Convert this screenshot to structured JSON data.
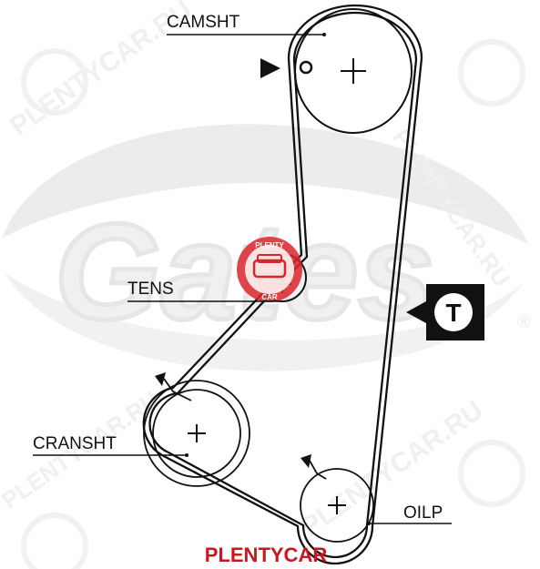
{
  "labels": {
    "camshaft": "CAMSHT",
    "tensioner": "TENS",
    "crankshaft": "CRANSHT",
    "oil_pump": "OILP",
    "tool_marker": "T"
  },
  "watermark": {
    "brand_logo": "Gates",
    "registered_mark": "®",
    "repeat_text": "PLENTYCAR.RU",
    "badge_top": "PLENTY",
    "badge_bottom": "CAR"
  },
  "footer": {
    "brand": "PLENTYCAR"
  },
  "colors": {
    "line": "#111111",
    "watermark": "#ebebeb",
    "badge_red": "#d9252a",
    "brand_red": "#c8171e"
  }
}
